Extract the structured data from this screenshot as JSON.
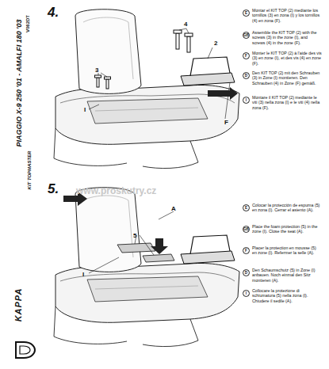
{
  "diagram": {
    "title": "PIAGGIO X-9 250 '01 - AMALFI 180 '03",
    "labels": [
      "4.",
      "4",
      "2",
      "3",
      "I",
      "F",
      "E",
      "Montar el KIT TOP (2) mediante los tornillos (3) en zona (I) y los tornillos (4) en zona (F).",
      "GB",
      "Assemble the KIT TOP (2) with the screws (3) in the zone (I), and screws (4) in the zone (F).",
      "F",
      "Monter le KIT TOP (2) à l'aide des vis (3) en zone (I), et des vis (4) en zone (F).",
      "D",
      "Den KIT TOP (2) mit den Schrauben (3) in Zone (I) montieren. Den Schrauben (4) in Zone (F) gemäß.",
      "I",
      "Montare il KIT TOP (2) mediante le viti (3) nella zona (I) e le viti (4) nella zona (F).",
      "5.",
      "A",
      "5",
      "I",
      "www.proskutry.cz",
      "E",
      "Colocar la protección de espuma (5) en zona (I). Cerrar el asiento (A).",
      "GB",
      "Place the foam protection (5) in the zone (I). Close the seat (A).",
      "F",
      "Placer la protection en mousse (5) en zone (I). Refermer la selle (A).",
      "D",
      "Den Schaumschutz (5) in Zone (I) anbauen. Noch einmal den Sitz montieren (A).",
      "I",
      "Collocare la protezione di schiumatura (5) nella zona (I). Chiudere il sedile (A).",
      "V062DT",
      "KIT TOPMASTER",
      "KAPPA"
    ]
  }
}
